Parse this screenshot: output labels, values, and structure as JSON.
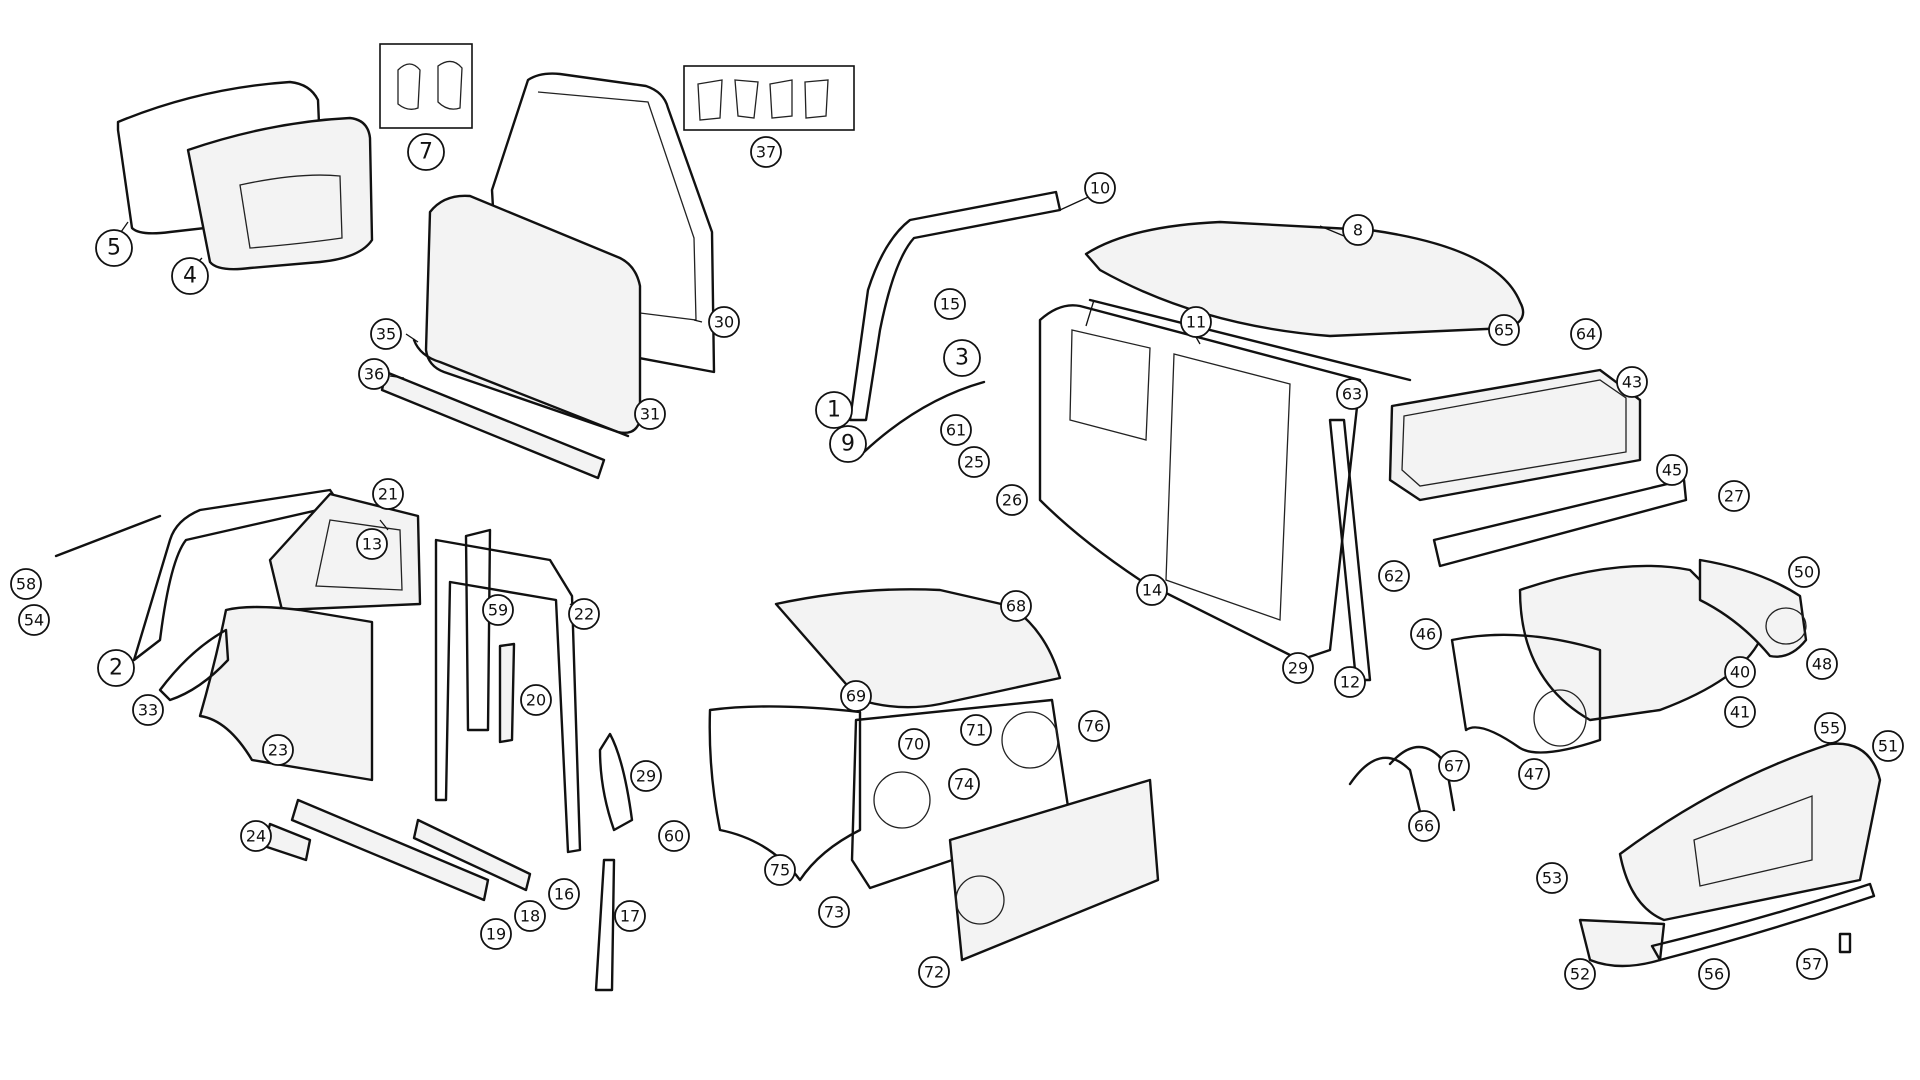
{
  "diagram": {
    "type": "exploded-parts-diagram",
    "callouts": [
      {
        "id": "c1",
        "label": "1"
      },
      {
        "id": "c2",
        "label": "2"
      },
      {
        "id": "c3",
        "label": "3"
      },
      {
        "id": "c4",
        "label": "4"
      },
      {
        "id": "c5",
        "label": "5"
      },
      {
        "id": "c7",
        "label": "7"
      },
      {
        "id": "c8",
        "label": "8"
      },
      {
        "id": "c9",
        "label": "9"
      },
      {
        "id": "c10",
        "label": "10"
      },
      {
        "id": "c11",
        "label": "11"
      },
      {
        "id": "c12",
        "label": "12"
      },
      {
        "id": "c13",
        "label": "13"
      },
      {
        "id": "c14",
        "label": "14"
      },
      {
        "id": "c15",
        "label": "15"
      },
      {
        "id": "c16",
        "label": "16"
      },
      {
        "id": "c17",
        "label": "17"
      },
      {
        "id": "c18",
        "label": "18"
      },
      {
        "id": "c19",
        "label": "19"
      },
      {
        "id": "c20",
        "label": "20"
      },
      {
        "id": "c21",
        "label": "21"
      },
      {
        "id": "c22",
        "label": "22"
      },
      {
        "id": "c23",
        "label": "23"
      },
      {
        "id": "c24",
        "label": "24"
      },
      {
        "id": "c25",
        "label": "25"
      },
      {
        "id": "c26",
        "label": "26"
      },
      {
        "id": "c27",
        "label": "27"
      },
      {
        "id": "c29a",
        "label": "29"
      },
      {
        "id": "c29b",
        "label": "29"
      },
      {
        "id": "c30",
        "label": "30"
      },
      {
        "id": "c31",
        "label": "31"
      },
      {
        "id": "c33",
        "label": "33"
      },
      {
        "id": "c35",
        "label": "35"
      },
      {
        "id": "c36",
        "label": "36"
      },
      {
        "id": "c37",
        "label": "37"
      },
      {
        "id": "c40",
        "label": "40"
      },
      {
        "id": "c41",
        "label": "41"
      },
      {
        "id": "c43",
        "label": "43"
      },
      {
        "id": "c45",
        "label": "45"
      },
      {
        "id": "c46",
        "label": "46"
      },
      {
        "id": "c47",
        "label": "47"
      },
      {
        "id": "c48",
        "label": "48"
      },
      {
        "id": "c50",
        "label": "50"
      },
      {
        "id": "c51",
        "label": "51"
      },
      {
        "id": "c52",
        "label": "52"
      },
      {
        "id": "c53",
        "label": "53"
      },
      {
        "id": "c54",
        "label": "54"
      },
      {
        "id": "c55",
        "label": "55"
      },
      {
        "id": "c56",
        "label": "56"
      },
      {
        "id": "c57",
        "label": "57"
      },
      {
        "id": "c58",
        "label": "58"
      },
      {
        "id": "c59",
        "label": "59"
      },
      {
        "id": "c60",
        "label": "60"
      },
      {
        "id": "c61",
        "label": "61"
      },
      {
        "id": "c62",
        "label": "62"
      },
      {
        "id": "c63",
        "label": "63"
      },
      {
        "id": "c64",
        "label": "64"
      },
      {
        "id": "c65",
        "label": "65"
      },
      {
        "id": "c66",
        "label": "66"
      },
      {
        "id": "c67",
        "label": "67"
      },
      {
        "id": "c68",
        "label": "68"
      },
      {
        "id": "c69",
        "label": "69"
      },
      {
        "id": "c70",
        "label": "70"
      },
      {
        "id": "c71",
        "label": "71"
      },
      {
        "id": "c72",
        "label": "72"
      },
      {
        "id": "c73",
        "label": "73"
      },
      {
        "id": "c74",
        "label": "74"
      },
      {
        "id": "c75",
        "label": "75"
      },
      {
        "id": "c76",
        "label": "76"
      }
    ]
  }
}
